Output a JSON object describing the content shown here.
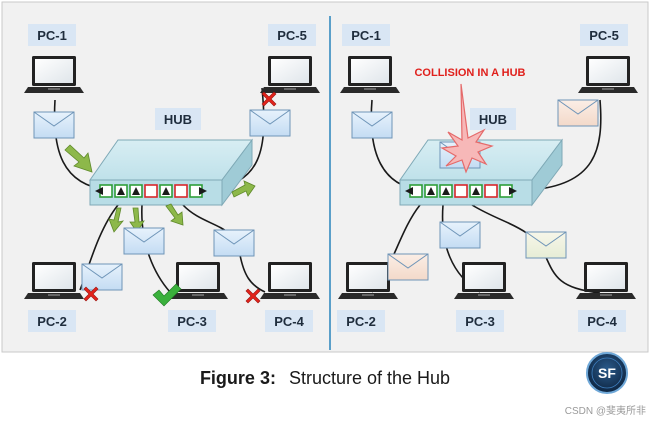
{
  "left_panel": {
    "pc_labels": [
      "PC-1",
      "PC-2",
      "PC-3",
      "PC-4",
      "PC-5"
    ],
    "hub_label": "HUB"
  },
  "right_panel": {
    "pc_labels": [
      "PC-1",
      "PC-2",
      "PC-3",
      "PC-4",
      "PC-5"
    ],
    "hub_label": "HUB",
    "collision_label": "COLLISION IN A HUB"
  },
  "caption": {
    "figure_label": "Figure 3:",
    "title": "Structure of the Hub"
  },
  "watermark": "CSDN @斐夷所非",
  "logo": "SF",
  "colors": {
    "panel_bg": "#f1f1f1",
    "divider": "#5a9fc9",
    "label_bg": "#d9e6f4",
    "hub_body": "#bfe1ea",
    "port_green": "#2e9e3a",
    "port_red": "#d9272b",
    "arrow_green": "#8db84a",
    "cross_red": "#e3231b",
    "check_green": "#3ab03c",
    "envelope_blue": "#cfe4f7",
    "collision_text": "#e0201c"
  },
  "icons": [
    "laptop-icon",
    "envelope-icon",
    "cross-icon",
    "checkmark-icon",
    "collision-burst-icon"
  ]
}
